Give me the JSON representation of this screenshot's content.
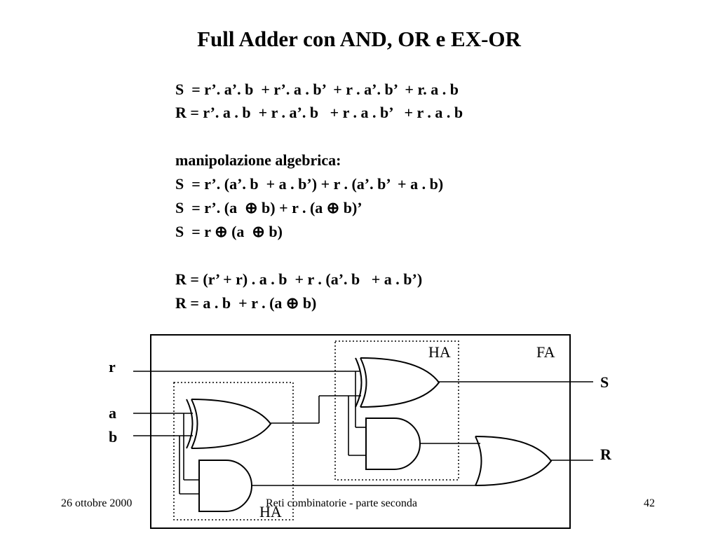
{
  "title": "Full Adder con AND, OR e EX-OR",
  "equations": [
    "S  = r’. a’. b  + r’. a . b’  + r . a’. b’  + r. a . b",
    "R = r’. a . b  + r . a’. b   + r . a . b’   + r . a . b",
    "manipolazione algebrica:",
    "S  = r’. (a’. b  + a . b’) + r . (a’. b’  + a . b)",
    "S  = r’. (a  ⊕ b) + r . (a ⊕ b)’",
    "S  = r ⊕ (a  ⊕ b)",
    "R = (r’ + r) . a . b  + r . (a’. b   + a . b’)",
    "R = a . b  + r . (a ⊕ b)"
  ],
  "diagram": {
    "labels": {
      "input_r": "r",
      "input_a": "a",
      "input_b": "b",
      "output_s": "S",
      "output_r": "R",
      "ha_top": "HA",
      "ha_bottom": "HA",
      "fa": "FA"
    }
  },
  "footer": {
    "date": "26 ottobre 2000",
    "course": "Reti combinatorie - parte seconda",
    "page": "42"
  }
}
